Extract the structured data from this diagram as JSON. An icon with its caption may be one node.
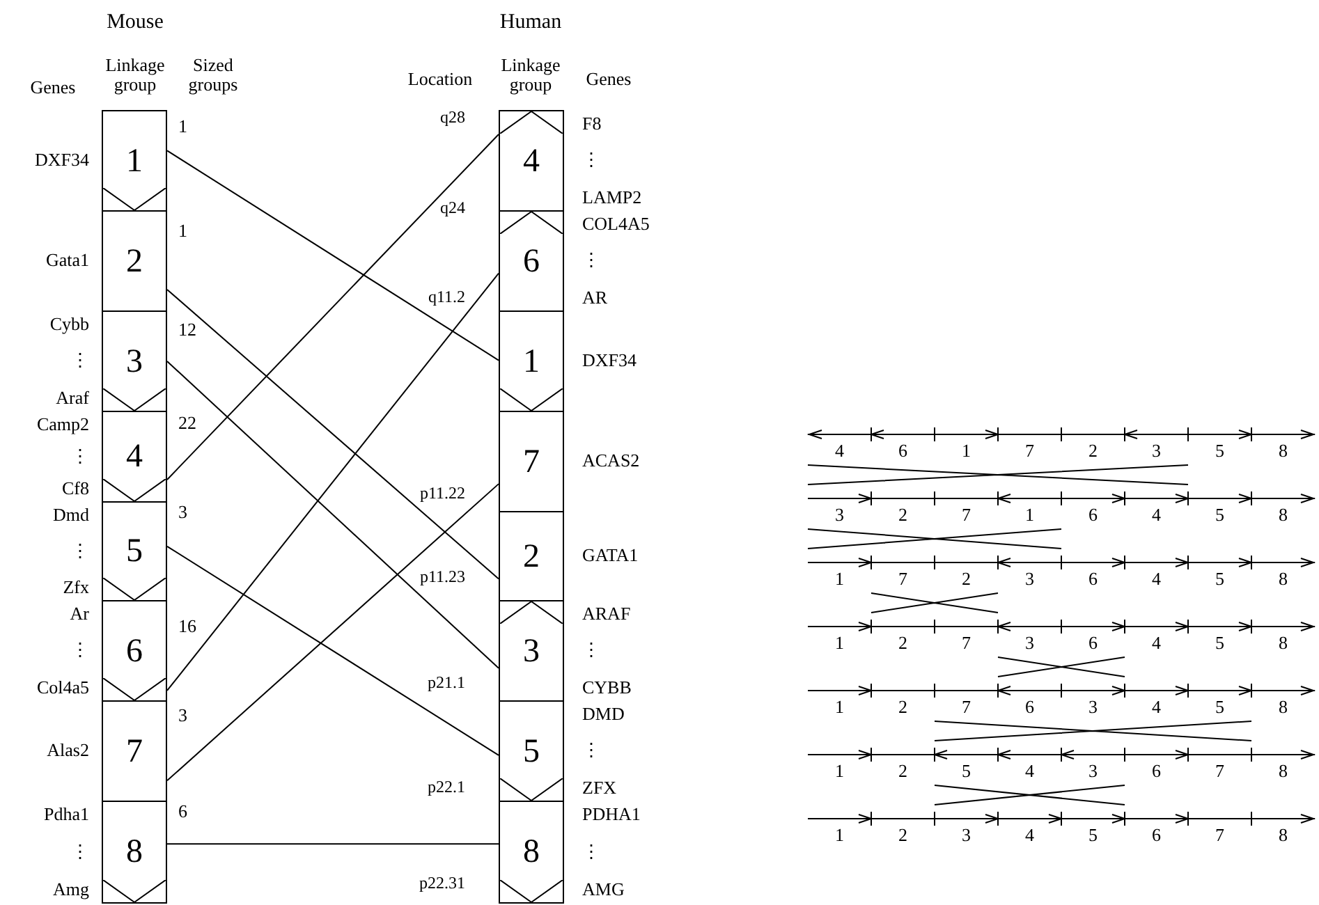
{
  "diagram": {
    "nodes": [
      {
        "text": [
          "1"
        ],
        "beside": [
          "DXF34"
        ]
      },
      {
        "text": [
          "2"
        ],
        "beside": [
          "Gata1"
        ]
      },
      {
        "text": [
          "3"
        ],
        "beside": [
          "Cybb",
          "⋮",
          "Araf"
        ]
      },
      {
        "text": [
          "4"
        ],
        "beside": [
          "Camp2",
          "⋮",
          "Cf8"
        ]
      },
      {
        "text": [
          "5"
        ],
        "beside": [
          "Dmd",
          "⋮",
          "Zfx"
        ]
      },
      {
        "text": [
          "6"
        ],
        "beside": [
          "Ar",
          "⋮",
          "Col4a5"
        ]
      },
      {
        "text": [
          "7"
        ],
        "beside": [
          "Alas2"
        ]
      },
      {
        "text": [
          "8"
        ],
        "beside": [
          "Pdha1",
          "⋮",
          "Amg"
        ]
      },
      {
        "text": [
          "4"
        ],
        "beside": [
          "F8",
          "⋮",
          "LAMP2"
        ]
      },
      {
        "text": [
          "6"
        ],
        "beside": [
          "COL4A5",
          "⋮",
          "AR"
        ]
      },
      {
        "text": [
          "1"
        ],
        "beside": [
          "DXF34"
        ]
      },
      {
        "text": [
          "7"
        ],
        "beside": [
          "ACAS2"
        ]
      },
      {
        "text": [
          "2"
        ],
        "beside": [
          "GATA1"
        ]
      },
      {
        "text": [
          "3"
        ],
        "beside": [
          "ARAF",
          "⋮",
          "CYBB"
        ]
      },
      {
        "text": [
          "5"
        ],
        "beside": [
          "DMD",
          "⋮",
          "ZFX"
        ]
      },
      {
        "text": [
          "8"
        ],
        "beside": [
          "PDHA1",
          "⋮",
          "AMG"
        ]
      }
    ],
    "edges": [
      {
        "from": 0,
        "to": 10,
        "arrow": "none"
      },
      {
        "from": 1,
        "to": 12,
        "arrow": "none"
      },
      {
        "from": 2,
        "to": 13,
        "arrow": "none"
      },
      {
        "from": 3,
        "to": 8,
        "arrow": "none"
      },
      {
        "from": 4,
        "to": 14,
        "arrow": "none"
      },
      {
        "from": 5,
        "to": 9,
        "arrow": "none"
      },
      {
        "from": 6,
        "to": 11,
        "arrow": "none"
      },
      {
        "from": 7,
        "to": 15,
        "arrow": "none"
      }
    ],
    "labels": [
      "Mouse",
      "Human",
      "Genes",
      "Linkage group",
      "Sized groups",
      "Location",
      "Linkage group",
      "Genes",
      "1",
      "1",
      "12",
      "22",
      "3",
      "16",
      "3",
      "6",
      "q28",
      "q24",
      "q11.2",
      "p11.22",
      "p11.23",
      "p21.1",
      "p22.1",
      "p22.31",
      "4",
      "6",
      "1",
      "7",
      "2",
      "3",
      "5",
      "8",
      "3",
      "2",
      "7",
      "1",
      "6",
      "4",
      "5",
      "8",
      "1",
      "7",
      "2",
      "3",
      "6",
      "4",
      "5",
      "8",
      "1",
      "2",
      "7",
      "3",
      "6",
      "4",
      "5",
      "8",
      "1",
      "2",
      "7",
      "6",
      "3",
      "4",
      "5",
      "8",
      "1",
      "2",
      "5",
      "4",
      "3",
      "6",
      "7",
      "8",
      "1",
      "2",
      "3",
      "4",
      "5",
      "6",
      "7",
      "8"
    ]
  }
}
